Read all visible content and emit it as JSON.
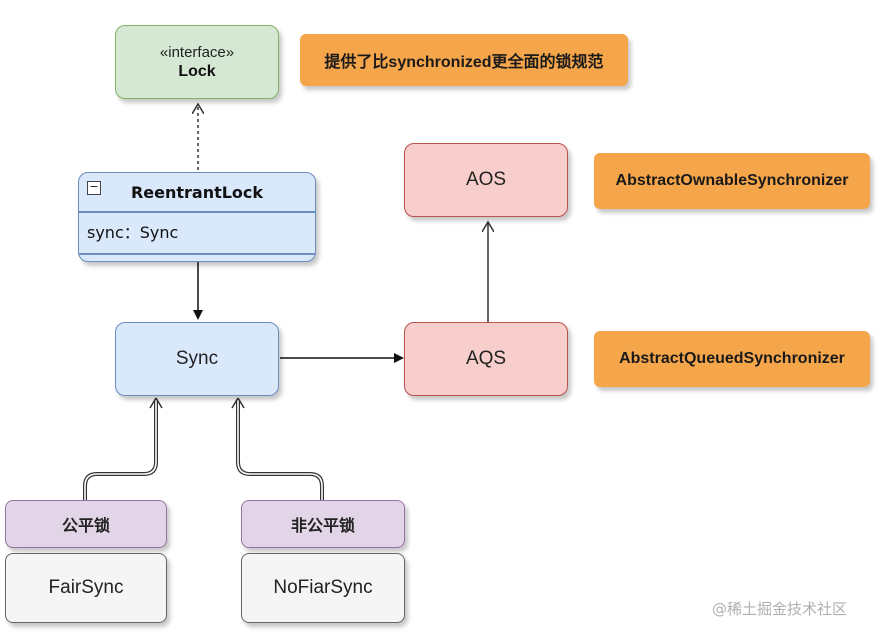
{
  "lock": {
    "stereotype": "«interface»",
    "name": "Lock"
  },
  "notes": {
    "lock": "提供了比synchronized更全面的锁规范",
    "aos": "AbstractOwnableSynchronizer",
    "aqs": "AbstractQueuedSynchronizer"
  },
  "reentrant": {
    "collapse_symbol": "−",
    "title": "ReentrantLock",
    "field": "sync：Sync"
  },
  "sync": {
    "label": "Sync"
  },
  "aos": {
    "label": "AOS"
  },
  "aqs": {
    "label": "AQS"
  },
  "fair": {
    "header": "公平锁",
    "body": "FairSync"
  },
  "nonfair": {
    "header": "非公平锁",
    "body": "NoFiarSync"
  },
  "watermark": "@稀土掘金技术社区",
  "colors": {
    "interface_fill": "#d5e8d4",
    "class_fill": "#dae8fc",
    "aqs_fill": "#f8cecc",
    "lock_header_fill": "#e1d5e7",
    "lock_body_fill": "#f5f5f5",
    "note_fill": "#f5a54a"
  }
}
